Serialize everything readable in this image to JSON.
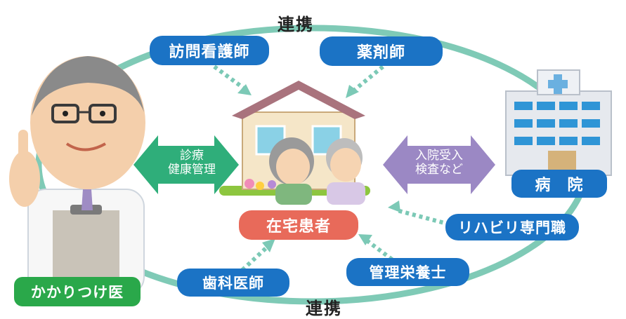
{
  "labels": {
    "top_link": "連携",
    "bottom_link": "連携",
    "home_nurse": "訪問看護師",
    "pharmacist": "薬剤師",
    "hospital": "病　院",
    "patient": "在宅患者",
    "rehab": "リハビリ専門職",
    "dietitian": "管理栄養士",
    "dentist": "歯科医師",
    "family_doctor": "かかりつけ医"
  },
  "arrows": {
    "left_line1": "診療",
    "left_line2": "健康管理",
    "right_line1": "入院受入",
    "right_line2": "検査など"
  },
  "colors": {
    "pill_blue": "#1b73c5",
    "patient_red": "#e86a5a",
    "doctor_green": "#2aa84a",
    "ring_green": "#7fcab6",
    "arrow_green": "#2fae7a",
    "arrow_purple": "#9b88c4",
    "dotted_arrow": "#7cc9b6"
  },
  "icons": [
    "doctor-illustration",
    "house-icon",
    "hospital-building-icon",
    "elderly-couple-illustration"
  ]
}
